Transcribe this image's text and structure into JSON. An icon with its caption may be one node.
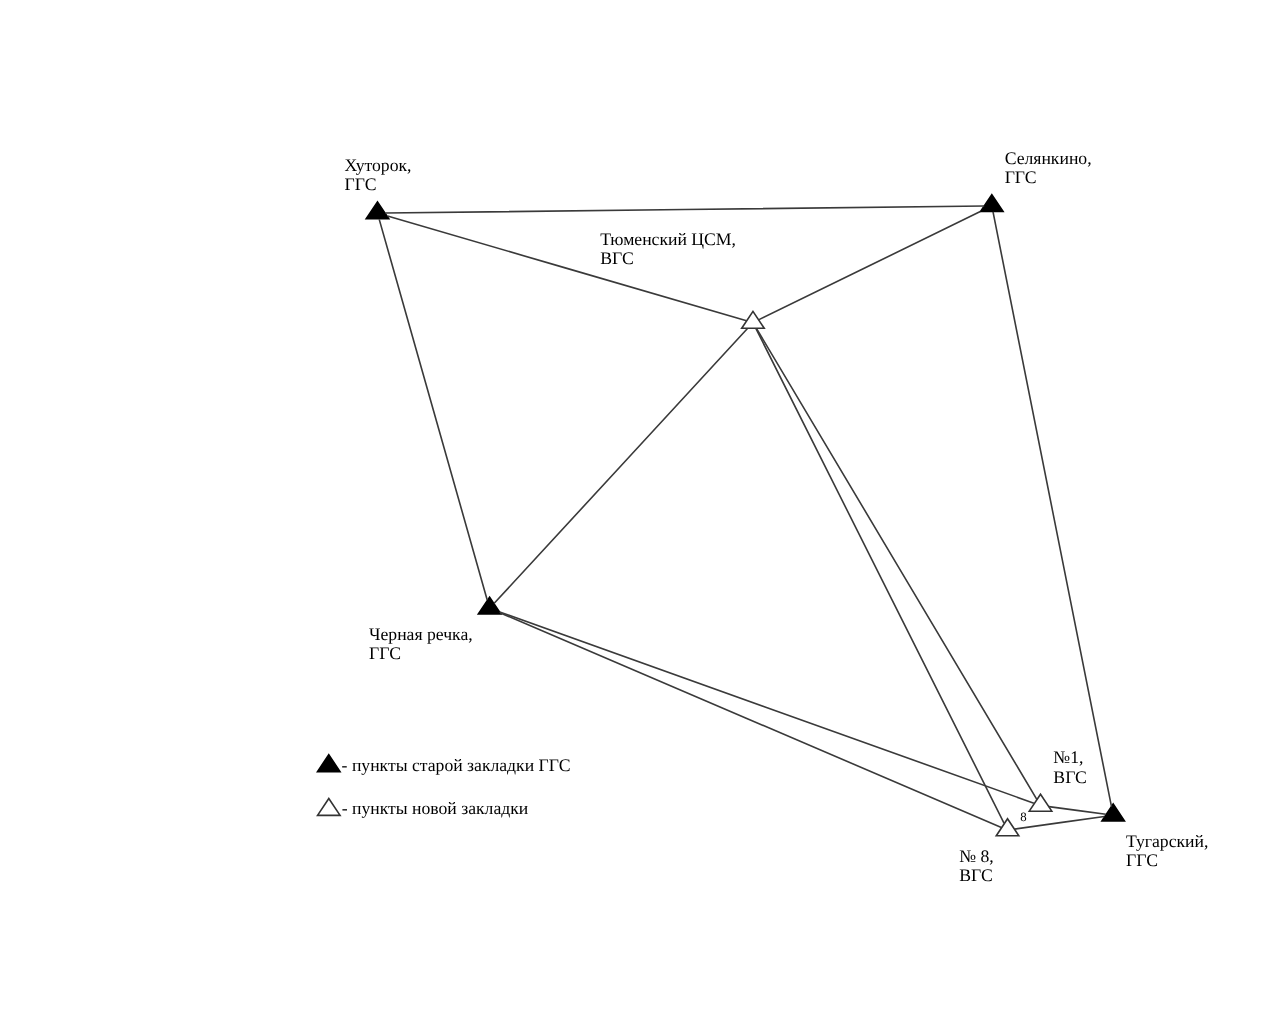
{
  "diagram": {
    "nodes": [
      {
        "text": [
          "Хуторок, ГГС"
        ]
      },
      {
        "text": [
          "Селянкино, ГГС"
        ]
      },
      {
        "text": [
          "Тюменский ЦСМ, ВГС"
        ]
      },
      {
        "text": [
          "Черная речка, ГГС"
        ]
      },
      {
        "text": [
          "№1, ВГС"
        ]
      },
      {
        "text": [
          "№ 8, ВГС"
        ]
      },
      {
        "text": [
          "Тугарский, ГГС"
        ]
      }
    ],
    "edges": [
      {
        "from": 0,
        "to": 1,
        "arrow": "none"
      },
      {
        "from": 0,
        "to": 2,
        "arrow": "none"
      },
      {
        "from": 0,
        "to": 3,
        "arrow": "none"
      },
      {
        "from": 1,
        "to": 2,
        "arrow": "none"
      },
      {
        "from": 1,
        "to": 6,
        "arrow": "none"
      },
      {
        "from": 2,
        "to": 3,
        "arrow": "none"
      },
      {
        "from": 2,
        "to": 4,
        "arrow": "none"
      },
      {
        "from": 2,
        "to": 5,
        "arrow": "none"
      },
      {
        "from": 3,
        "to": 4,
        "arrow": "none"
      },
      {
        "from": 3,
        "to": 5,
        "arrow": "none"
      },
      {
        "from": 4,
        "to": 6,
        "arrow": "none"
      },
      {
        "from": 5,
        "to": 6,
        "arrow": "none"
      }
    ],
    "labels": [
      "8"
    ],
    "legend": [
      {
        "text": "- пункты старой закладки ГГС"
      },
      {
        "text": "- пункты новой закладки"
      }
    ]
  }
}
